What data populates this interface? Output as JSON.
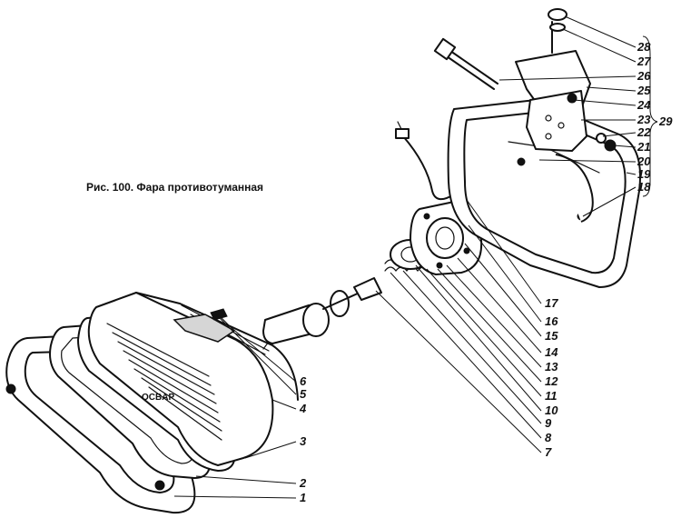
{
  "caption": "Рис. 100. Фара противотуманная",
  "lens_brand": "OCBAP",
  "callouts": [
    "1",
    "2",
    "3",
    "4",
    "5",
    "6",
    "7",
    "8",
    "9",
    "10",
    "11",
    "12",
    "13",
    "14",
    "15",
    "16",
    "17",
    "18",
    "19",
    "20",
    "21",
    "22",
    "23",
    "24",
    "25",
    "26",
    "27",
    "28",
    "29"
  ]
}
